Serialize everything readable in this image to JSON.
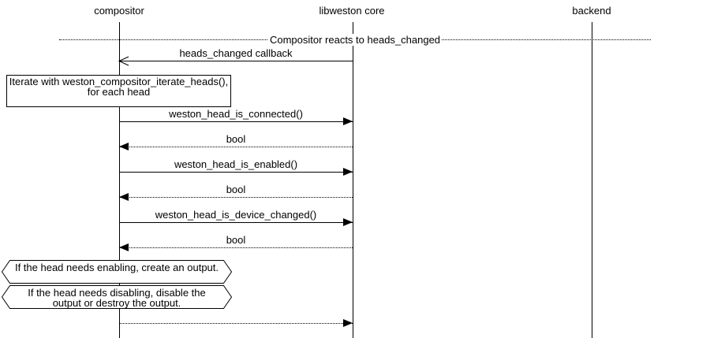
{
  "participants": [
    {
      "label": "compositor"
    },
    {
      "label": "libweston core"
    },
    {
      "label": "backend"
    }
  ],
  "divider": {
    "label": "Compositor reacts to heads_changed"
  },
  "messages": [
    {
      "label": "heads_changed callback",
      "from": "libweston core",
      "to": "compositor",
      "line": "solid",
      "arrowhead": "open"
    },
    {
      "label": "weston_head_is_connected()",
      "from": "compositor",
      "to": "libweston core",
      "line": "solid",
      "arrowhead": "filled"
    },
    {
      "label": "bool",
      "from": "libweston core",
      "to": "compositor",
      "line": "dotted",
      "arrowhead": "filled"
    },
    {
      "label": "weston_head_is_enabled()",
      "from": "compositor",
      "to": "libweston core",
      "line": "solid",
      "arrowhead": "filled"
    },
    {
      "label": "bool",
      "from": "libweston core",
      "to": "compositor",
      "line": "dotted",
      "arrowhead": "filled"
    },
    {
      "label": "weston_head_is_device_changed()",
      "from": "compositor",
      "to": "libweston core",
      "line": "solid",
      "arrowhead": "filled"
    },
    {
      "label": "bool",
      "from": "libweston core",
      "to": "compositor",
      "line": "dotted",
      "arrowhead": "filled"
    },
    {
      "label": "",
      "from": "compositor",
      "to": "libweston core",
      "line": "dotted",
      "arrowhead": "filled"
    }
  ],
  "notes": {
    "iterate_note": "Iterate with weston_compositor_iterate_heads(), for each head",
    "enable_note": "If the head needs enabling, create an output.",
    "disable_note": "If the head needs disabling, disable the output or destroy the output."
  },
  "colors": {
    "line": "#000000",
    "background": "#ffffff"
  }
}
